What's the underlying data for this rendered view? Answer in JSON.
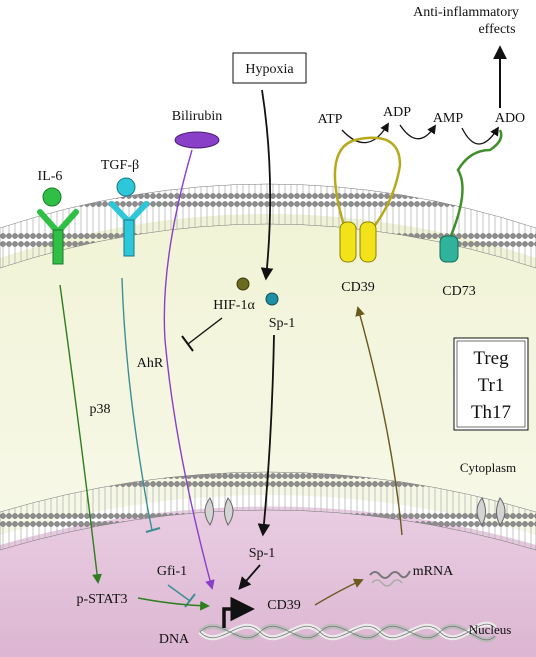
{
  "labels": {
    "effects_line1": "Anti-inflammatory",
    "effects_line2": "effects",
    "hypoxia": "Hypoxia",
    "bilirubin": "Bilirubin",
    "il6": "IL-6",
    "tgfb": "TGF-β",
    "atp": "ATP",
    "adp": "ADP",
    "amp": "AMP",
    "ado": "ADO",
    "cd39_membrane": "CD39",
    "cd73": "CD73",
    "hif1a": "HIF-1α",
    "sp1_cyto": "Sp-1",
    "ahr": "AhR",
    "p38": "p38",
    "cytoplasm": "Cytoplasm",
    "sp1_nuc": "Sp-1",
    "gfi1": "Gfi-1",
    "pstat3": "p-STAT3",
    "cd39_gene": "CD39",
    "mrna": "mRNA",
    "dna": "DNA",
    "nucleus": "Nucleus"
  },
  "cell_types": [
    "Treg",
    "Tr1",
    "Th17"
  ],
  "colors": {
    "membrane_head": "#9a9a9a",
    "cytoplasm": "#f3f4dc",
    "nucleus": "#e8cfe3",
    "il6": "#2fbf45",
    "tgfb": "#2ec7d9",
    "bilirubin": "#8a3fc9",
    "cd39": "#f2e21a",
    "cd73": "#2fb39a",
    "hif1a": "#6b6b1f",
    "sp1": "#1f8fa3",
    "green_path": "#2e7d1e",
    "teal_path": "#3a8f96",
    "purple_path": "#8a3fc9",
    "olive_path": "#6b5a1f",
    "black": "#111111"
  }
}
